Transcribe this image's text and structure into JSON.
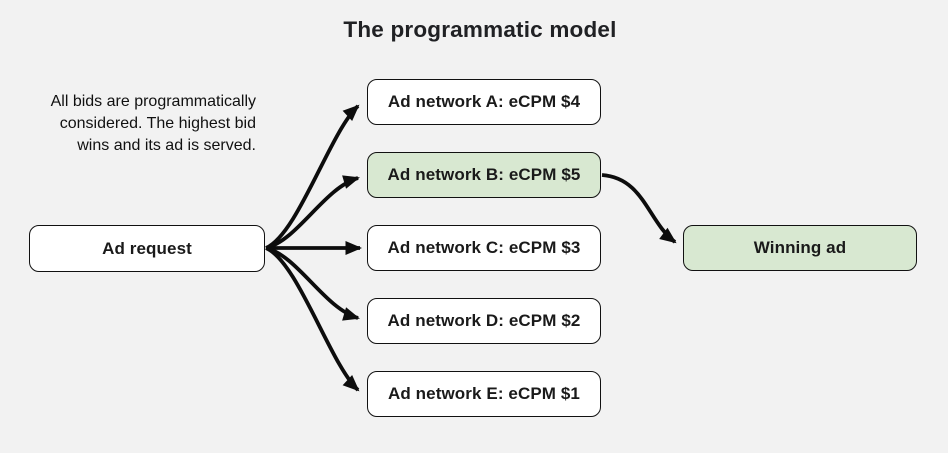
{
  "title": "The programmatic model",
  "annotation": {
    "lines": [
      "All bids are programmatically",
      "considered. The highest bid",
      "wins and its ad is served."
    ]
  },
  "nodes": {
    "ad_request": {
      "label": "Ad request"
    },
    "networks": [
      {
        "id": "A",
        "label": "Ad network A: eCPM $4",
        "highlighted": false
      },
      {
        "id": "B",
        "label": "Ad network B: eCPM $5",
        "highlighted": true
      },
      {
        "id": "C",
        "label": "Ad network C: eCPM $3",
        "highlighted": false
      },
      {
        "id": "D",
        "label": "Ad network D: eCPM $2",
        "highlighted": false
      },
      {
        "id": "E",
        "label": "Ad network E: eCPM $1",
        "highlighted": false
      }
    ],
    "winning_ad": {
      "label": "Winning ad"
    }
  },
  "edges": [
    {
      "from": "ad-request",
      "to": "network-a"
    },
    {
      "from": "ad-request",
      "to": "network-b"
    },
    {
      "from": "ad-request",
      "to": "network-c"
    },
    {
      "from": "ad-request",
      "to": "network-d"
    },
    {
      "from": "ad-request",
      "to": "network-e"
    },
    {
      "from": "network-b",
      "to": "winning-ad"
    }
  ],
  "colors": {
    "background": "#f2f2f2",
    "box_fill": "#ffffff",
    "highlight_fill": "#d8e8d1",
    "border": "#111111",
    "arrow": "#0d0d0d",
    "title_text": "#202124",
    "body_text": "#111111"
  }
}
